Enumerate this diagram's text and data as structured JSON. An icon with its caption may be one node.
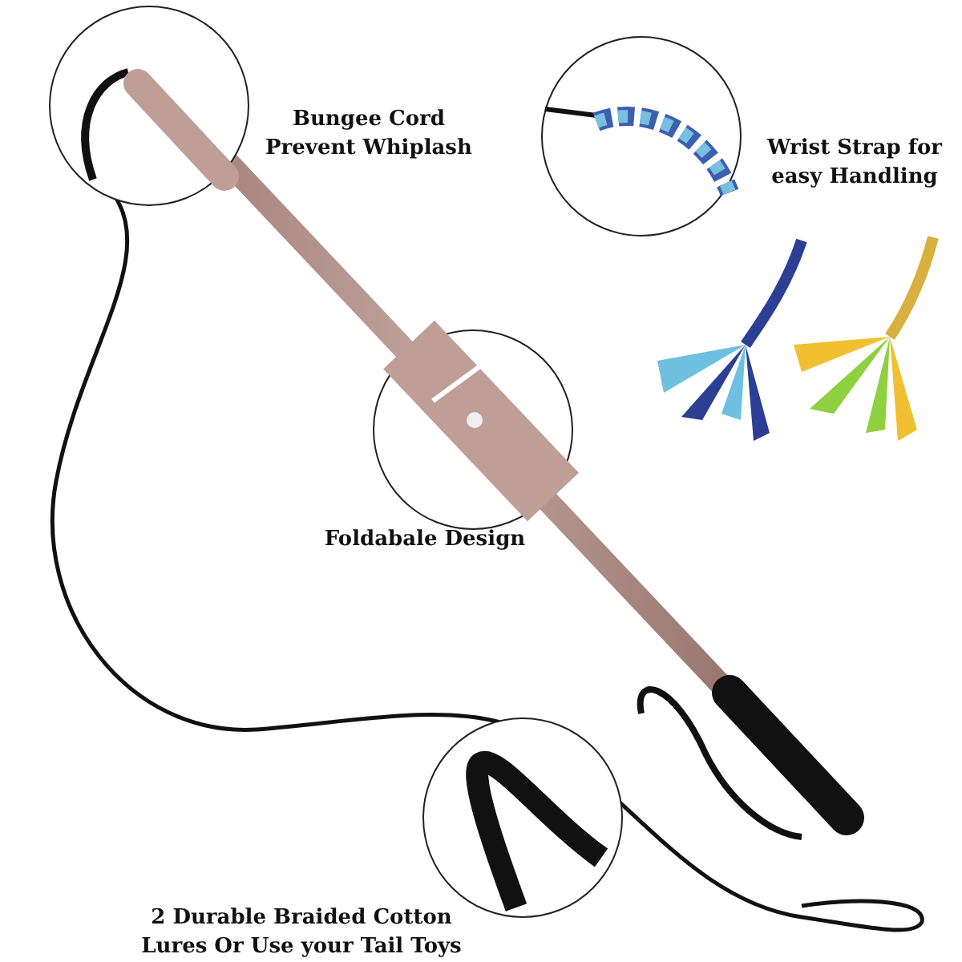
{
  "diagram": {
    "labels": [
      "Bungee Cord Prevent Whiplash",
      "Wrist Strap for easy Handling",
      "Foldabale Design",
      "2 Durable Braided Cotton Lures Or Use your Tail Toys"
    ]
  }
}
